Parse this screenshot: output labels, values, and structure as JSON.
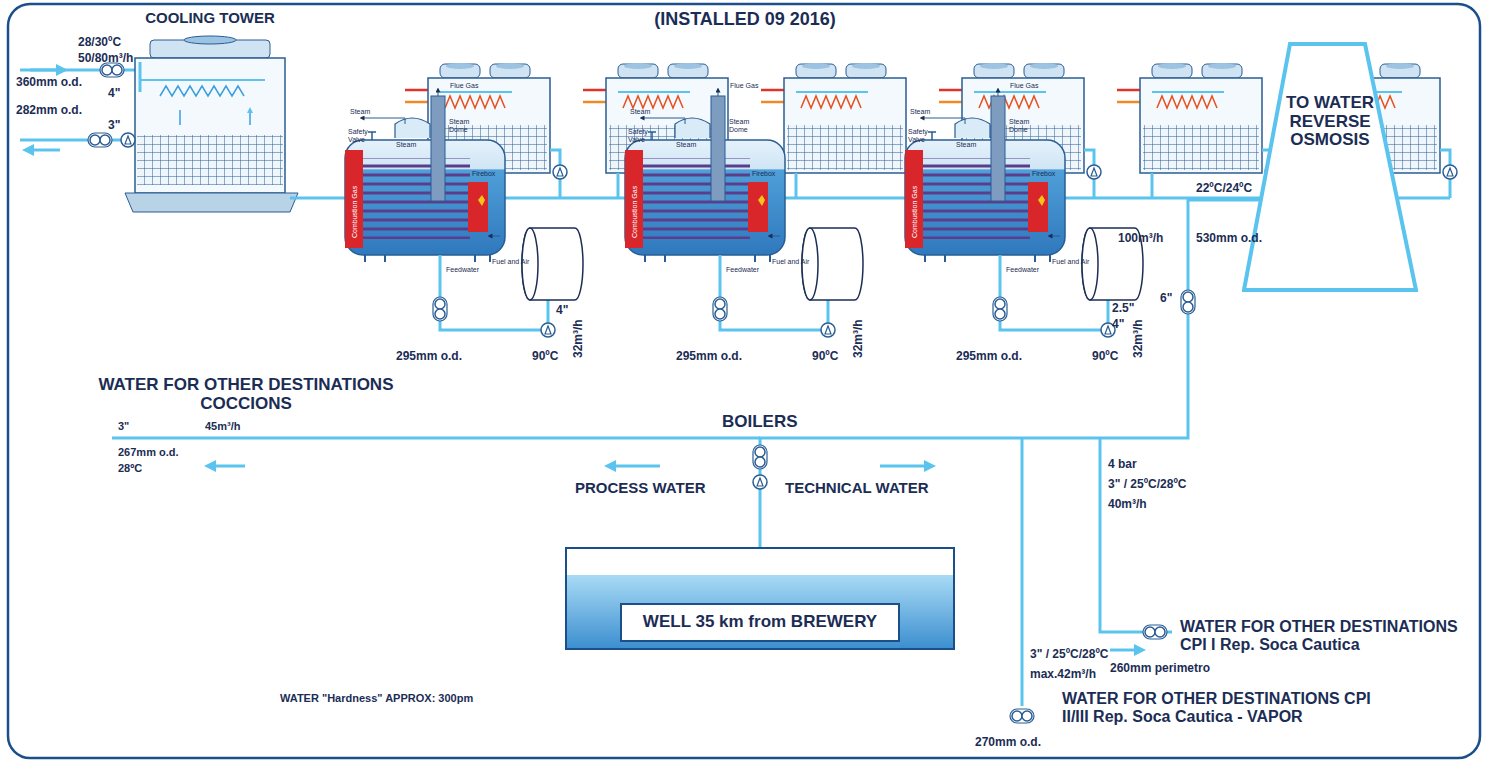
{
  "diagram": {
    "title": "(INSTALLED 09 2016)",
    "nodes": [
      {
        "text": [
          "COOLING TOWER"
        ]
      },
      {
        "text": [
          "TO WATER REVERSE OSMOSIS"
        ]
      },
      {
        "text": [
          "WELL 35 km from BREWERY"
        ]
      }
    ],
    "edges": [
      {
        "from": 2,
        "to": 1,
        "arrow": "none"
      }
    ],
    "labels": [
      "28/30ºC",
      "50/80m³/h",
      "360mm o.d.",
      "4\"",
      "282mm o.d.",
      "3\"",
      "Flue Gas",
      "Steam",
      "Steam Dome",
      "Safety Valve",
      "Steam",
      "Combustion Gas",
      "Firebox",
      "Fuel and Air",
      "Feedwater",
      "Flue Gas",
      "Steam",
      "Steam Dome",
      "Safety Valve",
      "Steam",
      "Combustion Gas",
      "Firebox",
      "Fuel and Air",
      "Feedwater",
      "Flue Gas",
      "Steam",
      "Steam Dome",
      "Safety Valve",
      "Steam",
      "Combustion Gas",
      "Firebox",
      "Fuel and Air",
      "Feedwater",
      "4\"",
      "32m³/h",
      "295mm o.d.",
      "90ºC",
      "32m³/h",
      "295mm o.d.",
      "90ºC",
      "2.5\"",
      "4\"",
      "32m³/h",
      "295mm o.d.",
      "90ºC",
      "22ºC/24ºC",
      "100m³/h",
      "530mm o.d.",
      "6\"",
      "WATER FOR OTHER DESTINATIONS COCCIONS",
      "3\"",
      "45m³/h",
      "267mm o.d.",
      "28ºC",
      "BOILERS",
      "PROCESS WATER",
      "TECHNICAL WATER",
      "4 bar",
      "3\" / 25ºC/28ºC",
      "40m³/h",
      "WATER FOR OTHER DESTINATIONS CPI I Rep. Soca Cautica",
      "260mm perimetro",
      "3\" / 25ºC/28ºC",
      "max.42m³/h",
      "WATER FOR OTHER DESTINATIONS CPI II/III Rep. Soca Cautica - VAPOR",
      "270mm o.d.",
      "WATER \"Hardness\" APPROX: 300pm"
    ]
  }
}
